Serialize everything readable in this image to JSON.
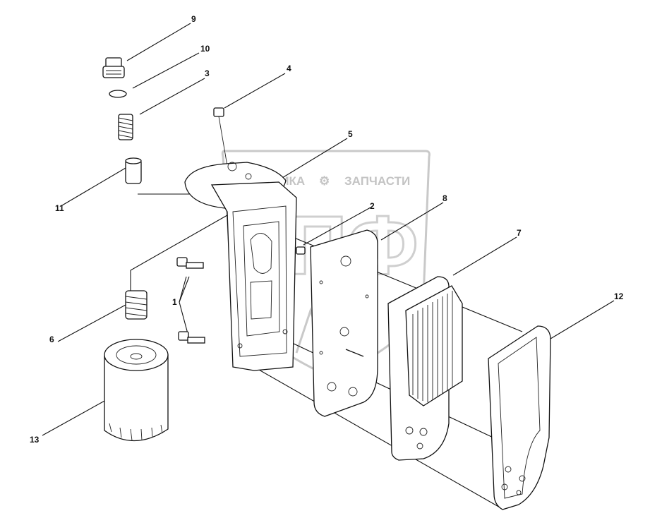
{
  "watermark": {
    "text_left": "ТЕХНИКА",
    "text_right": "ЗАПЧАСТИ",
    "letters": "СПФ",
    "color": "#c4c4c4"
  },
  "callouts": [
    {
      "id": "c1",
      "text": "1"
    },
    {
      "id": "c2",
      "text": "2"
    },
    {
      "id": "c3",
      "text": "3"
    },
    {
      "id": "c4",
      "text": "4"
    },
    {
      "id": "c5",
      "text": "5"
    },
    {
      "id": "c6",
      "text": "6"
    },
    {
      "id": "c7",
      "text": "7"
    },
    {
      "id": "c8",
      "text": "8"
    },
    {
      "id": "c9",
      "text": "9"
    },
    {
      "id": "c10",
      "text": "10"
    },
    {
      "id": "c11",
      "text": "11"
    },
    {
      "id": "c12",
      "text": "12"
    },
    {
      "id": "c13",
      "text": "13"
    }
  ]
}
